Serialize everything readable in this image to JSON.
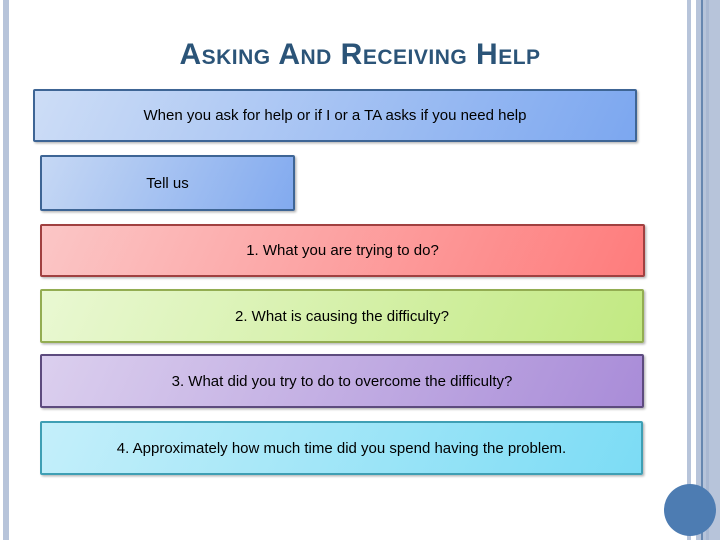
{
  "slide": {
    "title": "Asking And Receiving Help",
    "boxes": [
      {
        "name": "when-you-ask",
        "label": "When you ask for help or if I or a TA asks if you need help",
        "gradient_light": "#cdddf6",
        "gradient_dark": "#7ca7f0",
        "border_color": "#3e6595"
      },
      {
        "name": "tell-us",
        "label": "Tell us",
        "gradient_light": "#c6d8f4",
        "gradient_dark": "#82aaef",
        "border_color": "#3e6595"
      },
      {
        "name": "question-1",
        "label": "1. What you are trying to do?",
        "gradient_light": "#fbc6c6",
        "gradient_dark": "#fe7c7c",
        "border_color": "#a04040"
      },
      {
        "name": "question-2",
        "label": "2. What is causing the difficulty?",
        "gradient_light": "#e9f8d2",
        "gradient_dark": "#c2e982",
        "border_color": "#93ad52"
      },
      {
        "name": "question-3",
        "label": "3. What did you try to do to overcome the difficulty?",
        "gradient_light": "#dbcfee",
        "gradient_dark": "#a98cd8",
        "border_color": "#5d4b7e"
      },
      {
        "name": "question-4",
        "label": "4. Approximately how much time did you spend having the problem.",
        "gradient_light": "#c4effa",
        "gradient_dark": "#7cdcf5",
        "border_color": "#3f9fb4"
      }
    ]
  },
  "theme": {
    "title_color": "#2b5478",
    "stripe_color": "#b7c4da",
    "stripe_accent_line": "#6787b0",
    "stripe_shade": "#a9b8d2",
    "circle_color": "#4d7cb2",
    "background": "#ffffff",
    "box_text_color": "#000000"
  }
}
